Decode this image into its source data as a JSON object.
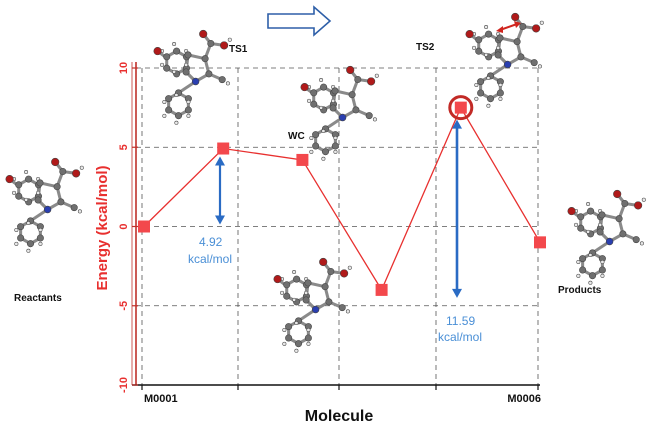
{
  "chart_data": {
    "type": "line",
    "xlabel": "Molecule",
    "ylabel": "Energy (kcal/mol)",
    "ylim": [
      -10,
      10
    ],
    "yticks": [
      10,
      5,
      0,
      -5,
      -10
    ],
    "x_tick_labels": [
      "M0001",
      "M0006"
    ],
    "grid": true,
    "series": [
      {
        "points": [
          {
            "x": 0,
            "y": 0
          },
          {
            "x": 1,
            "y": 4.92
          },
          {
            "x": 2,
            "y": 4.2
          },
          {
            "x": 3,
            "y": -4.0
          },
          {
            "x": 4,
            "y": 7.5
          },
          {
            "x": 5,
            "y": -1.0
          }
        ],
        "color": "#e8302f",
        "marker_color": "#f3484c"
      }
    ],
    "highlighted_point_index": 4,
    "annotations": [
      {
        "label": "Reactants"
      },
      {
        "label": "TS1"
      },
      {
        "label": "WC"
      },
      {
        "label": "TS2"
      },
      {
        "label": "Products"
      },
      {
        "barrier_value": "4.92",
        "barrier_unit": "kcal/mol",
        "from": 0,
        "to": 4.92
      },
      {
        "barrier_value": "11.59",
        "barrier_unit": "kcal/mol",
        "from": -4.0,
        "to": 7.5
      }
    ]
  },
  "colors": {
    "axis": "#c0302a",
    "ylabel": "#e8302f",
    "barrier_arrow": "#2a6bc4",
    "barrier_text": "#4a8fd6",
    "grid": "#555555",
    "highlight_ring": "#c22a26",
    "top_arrow": "#2e5fa8"
  },
  "icons": [
    "right-arrow-outline-icon"
  ],
  "molecule_images": [
    "molecule-reactants",
    "molecule-ts1",
    "molecule-wc",
    "molecule-int",
    "molecule-ts2",
    "molecule-products"
  ]
}
